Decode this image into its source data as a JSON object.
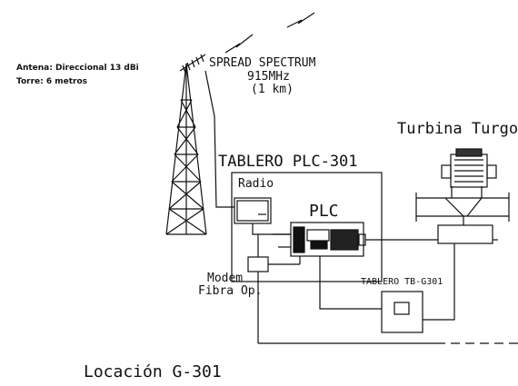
{
  "antenna": {
    "line1": "Antena: Direccional 13 dBi",
    "line2": "Torre: 6 metros"
  },
  "link": {
    "line1": "SPREAD SPECTRUM",
    "line2": "915MHz",
    "line3": "(1 km)"
  },
  "turbine": {
    "label": "Turbina Turgo"
  },
  "panel": {
    "title": "TABLERO PLC-301"
  },
  "radio": {
    "label": "Radio"
  },
  "plc": {
    "label": "PLC"
  },
  "modem": {
    "line1": "Modem",
    "line2": "Fibra Op."
  },
  "tb_panel": {
    "label": "TABLERO TB-G301"
  },
  "location": {
    "label": "Locación G-301"
  }
}
